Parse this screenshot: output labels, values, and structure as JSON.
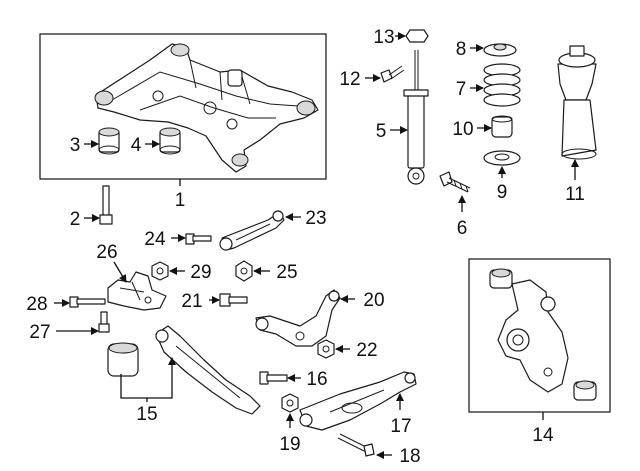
{
  "diagram": {
    "callouts": {
      "c1": "1",
      "c2": "2",
      "c3": "3",
      "c4": "4",
      "c5": "5",
      "c6": "6",
      "c7": "7",
      "c8": "8",
      "c9": "9",
      "c10": "10",
      "c11": "11",
      "c12": "12",
      "c13": "13",
      "c14": "14",
      "c15": "15",
      "c16": "16",
      "c17": "17",
      "c18": "18",
      "c19": "19",
      "c20": "20",
      "c21": "21",
      "c22": "22",
      "c23": "23",
      "c24": "24",
      "c25": "25",
      "c26": "26",
      "c27": "27",
      "c28": "28",
      "c29": "29"
    },
    "colors": {
      "line": "#1a1a1a",
      "fill": "#ffffff",
      "shade": "#d9d9d9"
    }
  }
}
